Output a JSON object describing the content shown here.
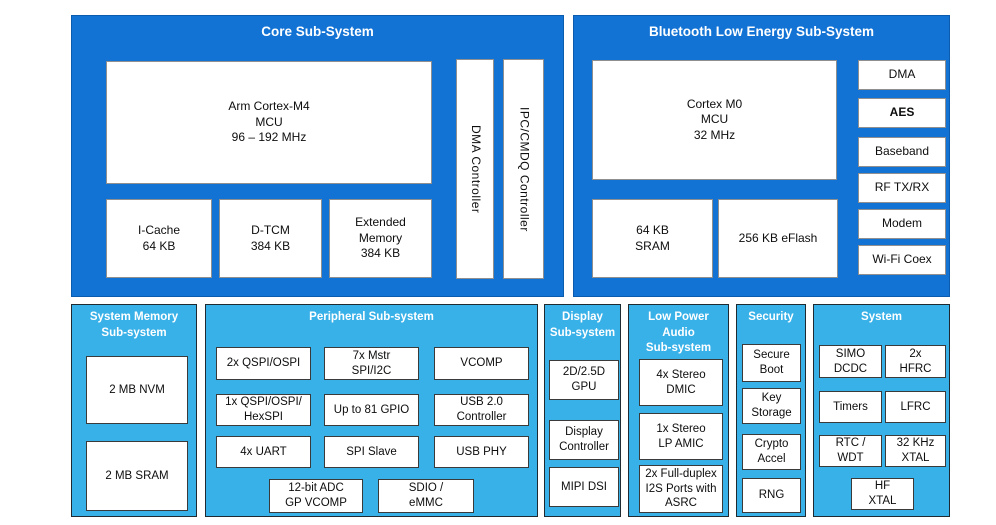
{
  "colors": {
    "core_panel_blue": "#1273d5",
    "subsystem_cyan": "#38b0e8",
    "box_white": "#ffffff",
    "title_text": "#ffffff",
    "label_text": "#0d0d0d"
  },
  "core": {
    "title": "Core Sub-System",
    "cpu": "Arm Cortex-M4\nMCU\n96 – 192 MHz",
    "memories": [
      "I-Cache\n64 KB",
      "D-TCM\n384 KB",
      "Extended\nMemory\n384 KB"
    ],
    "controllers": [
      "DMA Controller",
      "IPC/CMDQ Controller"
    ]
  },
  "ble": {
    "title": "Bluetooth Low Energy Sub-System",
    "cpu": "Cortex M0\nMCU\n32 MHz",
    "memories": [
      "64 KB\nSRAM",
      "256 KB eFlash"
    ],
    "blocks": [
      "DMA",
      "AES",
      "Baseband",
      "RF TX/RX",
      "Modem",
      "Wi-Fi Coex"
    ]
  },
  "system_memory": {
    "title": "System Memory\nSub-system",
    "blocks": [
      "2 MB NVM",
      "2 MB SRAM"
    ]
  },
  "peripheral": {
    "title": "Peripheral Sub-system",
    "grid": [
      "2x QSPI/OSPI",
      "7x Mstr\nSPI/I2C",
      "VCOMP",
      "1x QSPI/OSPI/\nHexSPI",
      "Up to 81 GPIO",
      "USB 2.0\nController",
      "4x UART",
      "SPI Slave",
      "USB PHY"
    ],
    "bottom": [
      "12-bit ADC\nGP VCOMP",
      "SDIO /\neMMC"
    ]
  },
  "display": {
    "title": "Display\nSub-system",
    "blocks": [
      "2D/2.5D\nGPU",
      "Display\nController",
      "MIPI DSI"
    ]
  },
  "audio": {
    "title": "Low Power\nAudio\nSub-system",
    "blocks": [
      "4x Stereo\nDMIC",
      "1x Stereo\nLP AMIC",
      "2x Full-duplex\nI2S Ports with\nASRC"
    ]
  },
  "security": {
    "title": "Security",
    "blocks": [
      "Secure\nBoot",
      "Key\nStorage",
      "Crypto\nAccel",
      "RNG"
    ]
  },
  "system": {
    "title": "System",
    "grid": [
      "SIMO\nDCDC",
      "2x\nHFRC",
      "Timers",
      "LFRC",
      "RTC /\nWDT",
      "32 KHz\nXTAL"
    ],
    "bottom": "HF\nXTAL"
  }
}
